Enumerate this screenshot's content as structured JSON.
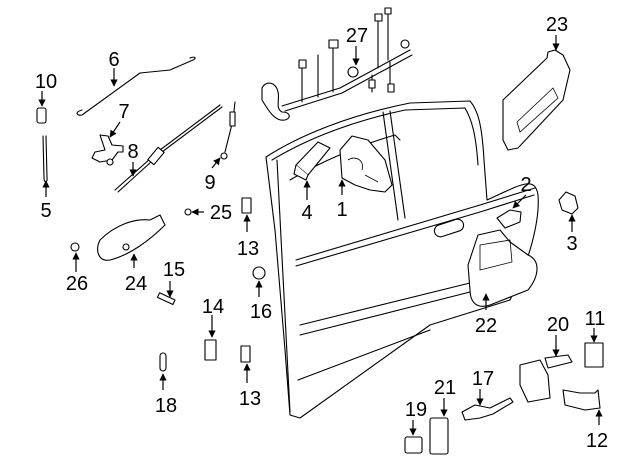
{
  "diagram": {
    "title": "Rear door components exploded view",
    "colors": {
      "line": "#000000",
      "background": "#ffffff"
    },
    "callouts": [
      {
        "id": "1",
        "label": "1",
        "part": "window regulator motor"
      },
      {
        "id": "2",
        "label": "2",
        "part": "clip"
      },
      {
        "id": "3",
        "label": "3",
        "part": "cap"
      },
      {
        "id": "4",
        "label": "4",
        "part": "lock actuator"
      },
      {
        "id": "5",
        "label": "5",
        "part": "lock rod"
      },
      {
        "id": "6",
        "label": "6",
        "part": "handle rod"
      },
      {
        "id": "7",
        "label": "7",
        "part": "lever"
      },
      {
        "id": "8",
        "label": "8",
        "part": "cable"
      },
      {
        "id": "9",
        "label": "9",
        "part": "cable"
      },
      {
        "id": "10",
        "label": "10",
        "part": "lock knob"
      },
      {
        "id": "11",
        "label": "11",
        "part": "clip"
      },
      {
        "id": "12",
        "label": "12",
        "part": "bracket"
      },
      {
        "id": "13a",
        "label": "13",
        "part": "hinge"
      },
      {
        "id": "13b",
        "label": "13",
        "part": "hinge"
      },
      {
        "id": "14",
        "label": "14",
        "part": "hinge plate"
      },
      {
        "id": "15",
        "label": "15",
        "part": "bolt"
      },
      {
        "id": "16",
        "label": "16",
        "part": "bushing"
      },
      {
        "id": "17",
        "label": "17",
        "part": "key"
      },
      {
        "id": "18",
        "label": "18",
        "part": "pin"
      },
      {
        "id": "19",
        "label": "19",
        "part": "cover"
      },
      {
        "id": "20",
        "label": "20",
        "part": "lock cylinder"
      },
      {
        "id": "21",
        "label": "21",
        "part": "gasket"
      },
      {
        "id": "22",
        "label": "22",
        "part": "outside handle"
      },
      {
        "id": "23",
        "label": "23",
        "part": "trim panel bracket"
      },
      {
        "id": "24",
        "label": "24",
        "part": "inside handle"
      },
      {
        "id": "25",
        "label": "25",
        "part": "screw"
      },
      {
        "id": "26",
        "label": "26",
        "part": "nut"
      },
      {
        "id": "27",
        "label": "27",
        "part": "wiring harness"
      }
    ]
  }
}
